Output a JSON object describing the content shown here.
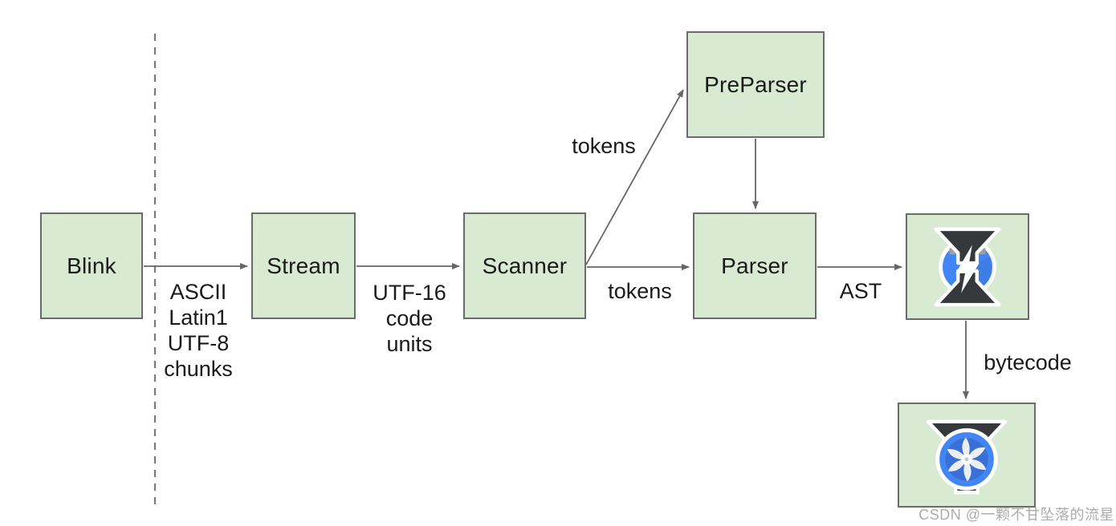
{
  "nodes": {
    "blink": {
      "label": "Blink"
    },
    "stream": {
      "label": "Stream"
    },
    "scanner": {
      "label": "Scanner"
    },
    "preparser": {
      "label": "PreParser"
    },
    "parser": {
      "label": "Parser"
    },
    "ignition": {
      "icon": "ignition-logo"
    },
    "turbofan": {
      "icon": "turbofan-logo"
    }
  },
  "edges": {
    "blink_to_stream": {
      "label_lines": [
        "ASCII",
        "Latin1",
        "UTF-8",
        "chunks"
      ]
    },
    "stream_to_scanner": {
      "label_lines": [
        "UTF-16",
        "code",
        "units"
      ]
    },
    "scanner_to_preparser": {
      "label": "tokens"
    },
    "scanner_to_parser": {
      "label": "tokens"
    },
    "preparser_to_parser": {
      "label": ""
    },
    "parser_to_ignition": {
      "label": "AST"
    },
    "ignition_to_turbofan": {
      "label": "bytecode"
    }
  },
  "watermark": {
    "text": "CSDN @一颗不甘坠落的流星"
  },
  "colors": {
    "node_fill": "#d9ead3",
    "node_border": "#6b6b6b",
    "arrow": "#666666",
    "dashed_line": "#7a7a7a",
    "text": "#1a1a1a",
    "watermark_text": "#a8a8a8",
    "logo_blue": "#4285f4",
    "logo_blue_dark": "#3a6fd8",
    "logo_dark": "#36393b",
    "logo_gray": "#9aa0a6",
    "logo_white": "#ffffff"
  }
}
